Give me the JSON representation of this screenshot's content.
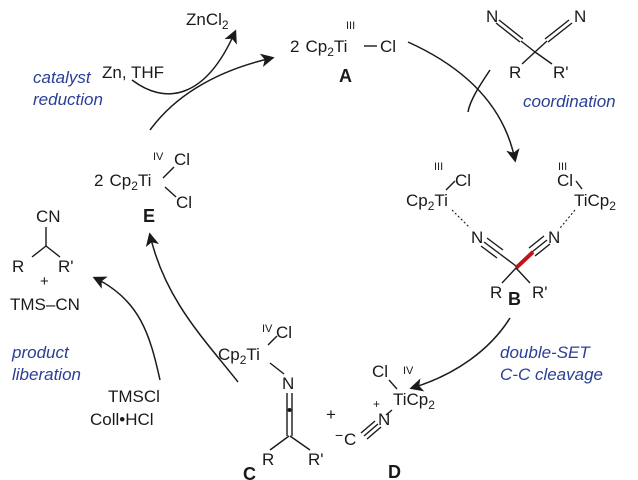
{
  "cycle_steps": {
    "catalyst_reduction": [
      "catalyst",
      "reduction"
    ],
    "coordination": "coordination",
    "double_set": [
      "double-SET",
      "C-C cleavage"
    ],
    "product_liberation": [
      "product",
      "liberation"
    ]
  },
  "reagents": {
    "zn_thf": "Zn, THF",
    "zncl2": "ZnCl",
    "zncl2_sub": "2",
    "tmscl": "TMSCl",
    "coll_hcl": "Coll•HCl"
  },
  "compound_labels": {
    "A": "A",
    "B": "B",
    "C": "C",
    "D": "D",
    "E": "E"
  },
  "species": {
    "A": {
      "coef": "2",
      "cp": "Cp",
      "sub": "2",
      "ti": "Ti",
      "ox": "III",
      "cl": "Cl"
    },
    "E": {
      "coef": "2",
      "cp": "Cp",
      "sub": "2",
      "ti": "Ti",
      "ox": "IV",
      "cl1": "Cl",
      "cl2": "Cl"
    },
    "substrate": {
      "N1": "N",
      "N2": "N",
      "R": "R",
      "R2": "R'"
    },
    "B": {
      "cp_left": "Cp",
      "sub": "2",
      "ti_left": "Ti",
      "ox": "III",
      "cl": "Cl",
      "ti_right": "TiCp",
      "N": "N",
      "R": "R",
      "R2": "R'"
    },
    "C": {
      "cp": "Cp",
      "sub": "2",
      "ti": "Ti",
      "ox": "IV",
      "cl": "Cl",
      "N": "N",
      "R": "R",
      "R2": "R'"
    },
    "D": {
      "cl": "Cl",
      "ox": "IV",
      "ti": "TiCp",
      "sub": "2",
      "N": "N",
      "C": "C",
      "plus": "+",
      "minus": "−"
    },
    "product": {
      "CN": "CN",
      "R": "R",
      "R2": "R'",
      "plus": "+",
      "tmscn": "TMS–CN"
    }
  },
  "plus_sign": "+",
  "colors": {
    "step_text": "#2a3f95",
    "cleaved_bond": "#c0141c",
    "ink": "#1a1a1a"
  }
}
